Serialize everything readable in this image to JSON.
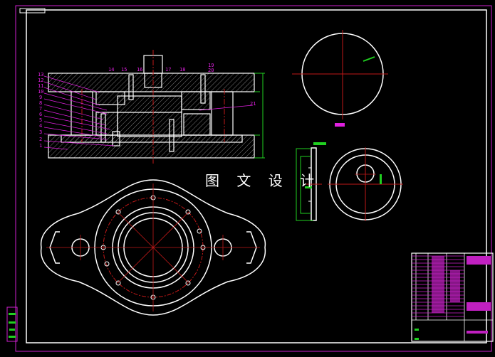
{
  "watermark": "图 文 设 计",
  "colors": {
    "background": "#000000",
    "outline": "#ffffff",
    "frame": "#d020d0",
    "centerline": "#c01818",
    "dimension": "#20d020",
    "label": "#e020e0"
  },
  "section_view": {
    "part_labels_left": [
      "13",
      "12",
      "11",
      "10",
      "9",
      "8",
      "7",
      "6",
      "5",
      "4",
      "3",
      "2",
      "1"
    ],
    "part_labels_top": [
      "14",
      "15",
      "16",
      "17",
      "18",
      "19",
      "20"
    ],
    "part_labels_right": [
      "21"
    ]
  }
}
